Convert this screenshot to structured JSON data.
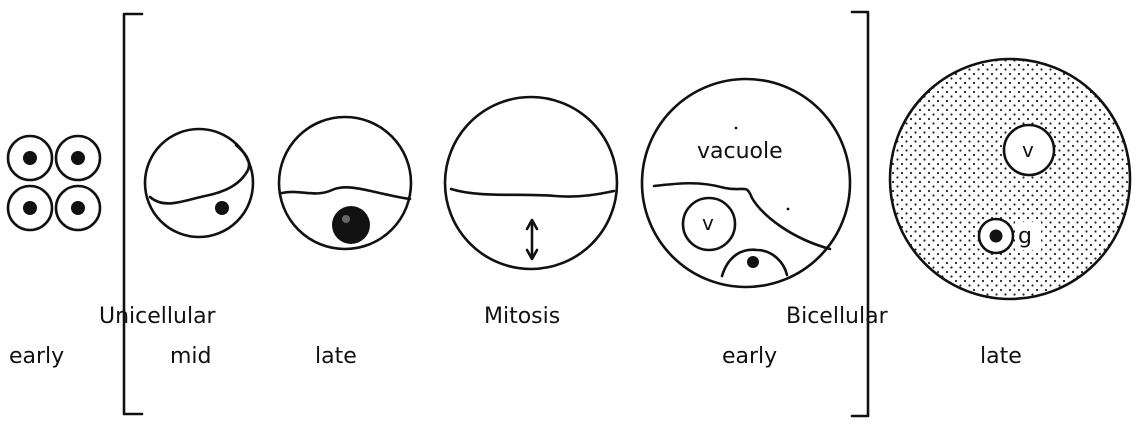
{
  "labels": {
    "unicellular": "Unicellular",
    "mitosis": "Mitosis",
    "bicellular": "Bicellular",
    "stage_early_tetrad": "early",
    "stage_mid": "mid",
    "stage_late_uni": "late",
    "stage_early_bi": "early",
    "stage_late_bi": "late"
  },
  "cell_labels": {
    "vacuole": "vacuole",
    "v_early": "v",
    "v_late": "v",
    "g": "g"
  }
}
